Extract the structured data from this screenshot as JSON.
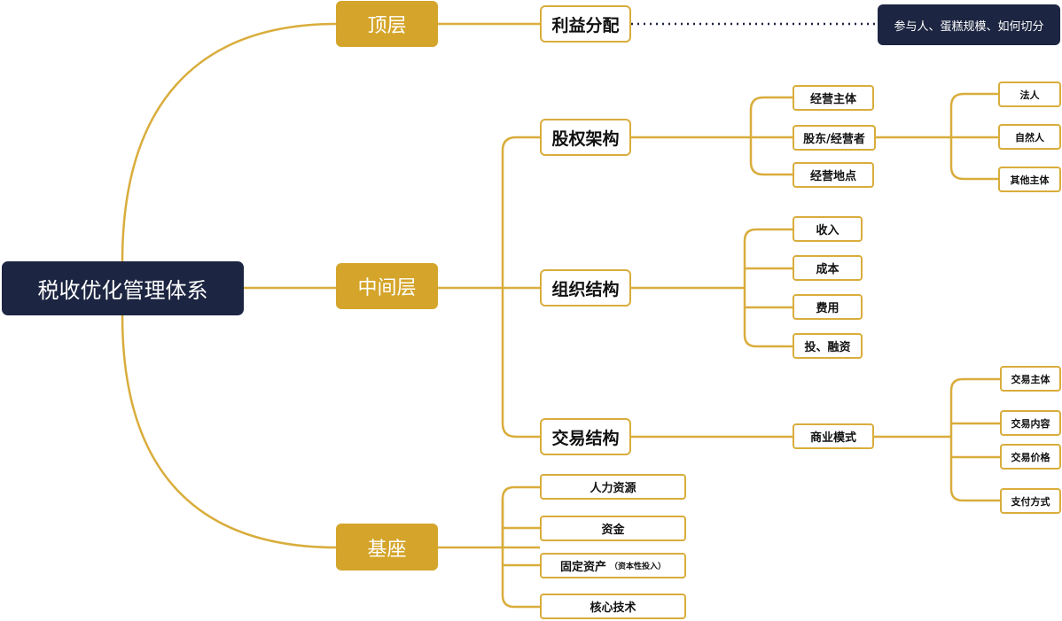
{
  "root": {
    "label": "税收优化管理体系"
  },
  "top": {
    "label": "顶层",
    "child": "利益分配",
    "note": "参与人、蛋糕规模、如何切分"
  },
  "middle": {
    "label": "中间层",
    "equity": {
      "label": "股权架构",
      "items": [
        "经营主体",
        "股东/经营者",
        "经营地点"
      ],
      "holders": [
        "法人",
        "自然人",
        "其他主体"
      ]
    },
    "org": {
      "label": "组织结构",
      "items": [
        "收入",
        "成本",
        "费用",
        "投、融资"
      ]
    },
    "trade": {
      "label": "交易结构",
      "model": "商业模式",
      "items": [
        "交易主体",
        "交易内容",
        "交易价格",
        "支付方式"
      ]
    }
  },
  "base": {
    "label": "基座",
    "items": [
      "人力资源",
      "资金",
      "固定资产",
      "核心技术"
    ],
    "asset_note": "（资本性投入）"
  },
  "colors": {
    "navy": "#1c2541",
    "gold": "#d4a52a",
    "line": "#d9ad3c"
  }
}
